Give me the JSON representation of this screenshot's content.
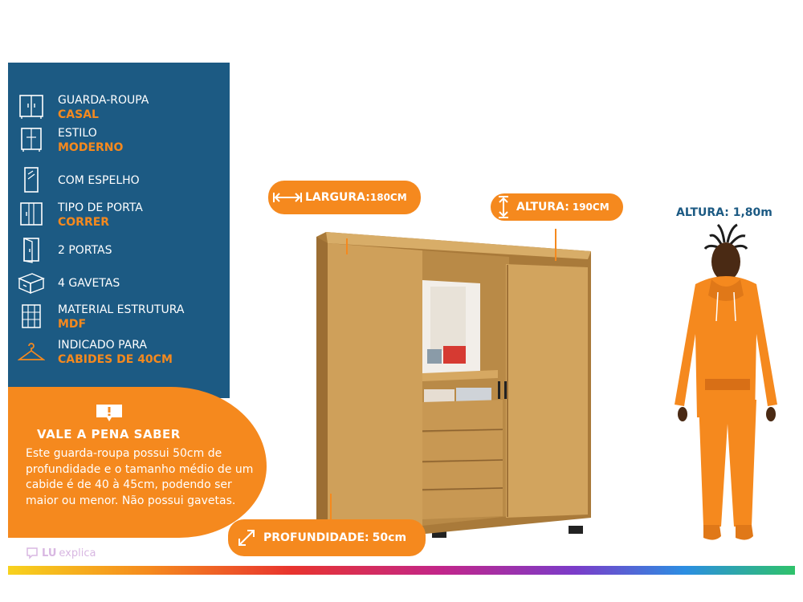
{
  "features": [
    {
      "icon": "wardrobe-icon",
      "line1": "GUARDA-ROUPA",
      "line2": "CASAL"
    },
    {
      "icon": "cabinet-icon",
      "line1": "ESTILO",
      "line2": "MODERNO"
    },
    {
      "icon": "mirror-icon",
      "line1": "COM ESPELHO",
      "line2": ""
    },
    {
      "icon": "door-type-icon",
      "line1": "TIPO DE PORTA",
      "line2": "CORRER"
    },
    {
      "icon": "door-icon",
      "line1": "2  PORTAS",
      "line2": ""
    },
    {
      "icon": "drawers-icon",
      "line1": "4 GAVETAS",
      "line2": ""
    },
    {
      "icon": "structure-icon",
      "line1": "MATERIAL ESTRUTURA",
      "line2": "MDF"
    },
    {
      "icon": "hanger-icon",
      "line1": "INDICADO PARA",
      "line2": "CABIDES DE 40CM"
    }
  ],
  "note": {
    "title": "VALE A PENA SABER",
    "text": "Este guarda-roupa possui 50cm de profundidade e o tamanho médio de um cabide é de 40 à 45cm, podendo ser maior ou menor. Não possui gavetas."
  },
  "dimensions": {
    "width_label": "LARGURA:",
    "width_value": "180CM",
    "height_label": "ALTURA:",
    "height_value": "190CM",
    "depth_label": "PROFUNDIDADE:",
    "depth_value": "50cm"
  },
  "person": {
    "label": "ALTURA: 1,80m"
  },
  "brand": {
    "lu": "LU",
    "explica": "explica"
  },
  "colors": {
    "navy": "#1c5a83",
    "orange": "#f5891e",
    "wood": "#c99a52"
  }
}
